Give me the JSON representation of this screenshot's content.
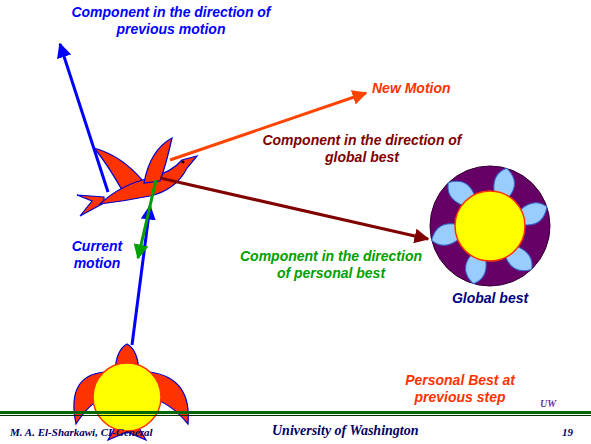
{
  "diagram": {
    "nodes": [
      {
        "text": [
          "Global best"
        ]
      }
    ],
    "labels": [
      "Component in the direction of previous motion",
      "New Motion",
      "Component in the direction of global best",
      "Current motion",
      "Component in the direction of personal best",
      "Personal Best at previous step",
      "M. A. El-Sharkawi, CI-General",
      "University of Washington",
      "19",
      "UW"
    ]
  }
}
